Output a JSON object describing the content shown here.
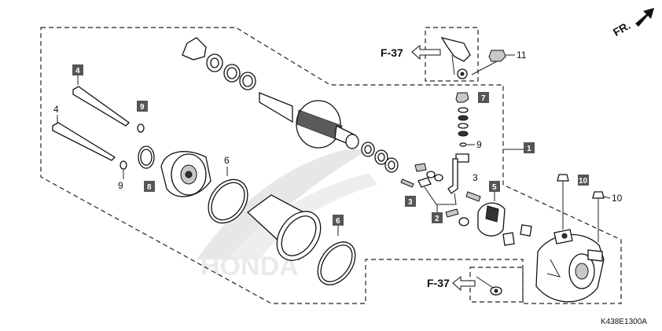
{
  "fr_label": "FR.",
  "diagram_code": "K438E1300A",
  "logo_text": "HONDA",
  "refs": [
    {
      "text": "F-37"
    },
    {
      "text": "F-37"
    }
  ],
  "boxed_labels": [
    "1",
    "2",
    "3",
    "4",
    "5",
    "6",
    "7",
    "8",
    "9",
    "10"
  ],
  "plain_labels": [
    "3",
    "4",
    "6",
    "9",
    "9",
    "10",
    "11"
  ]
}
